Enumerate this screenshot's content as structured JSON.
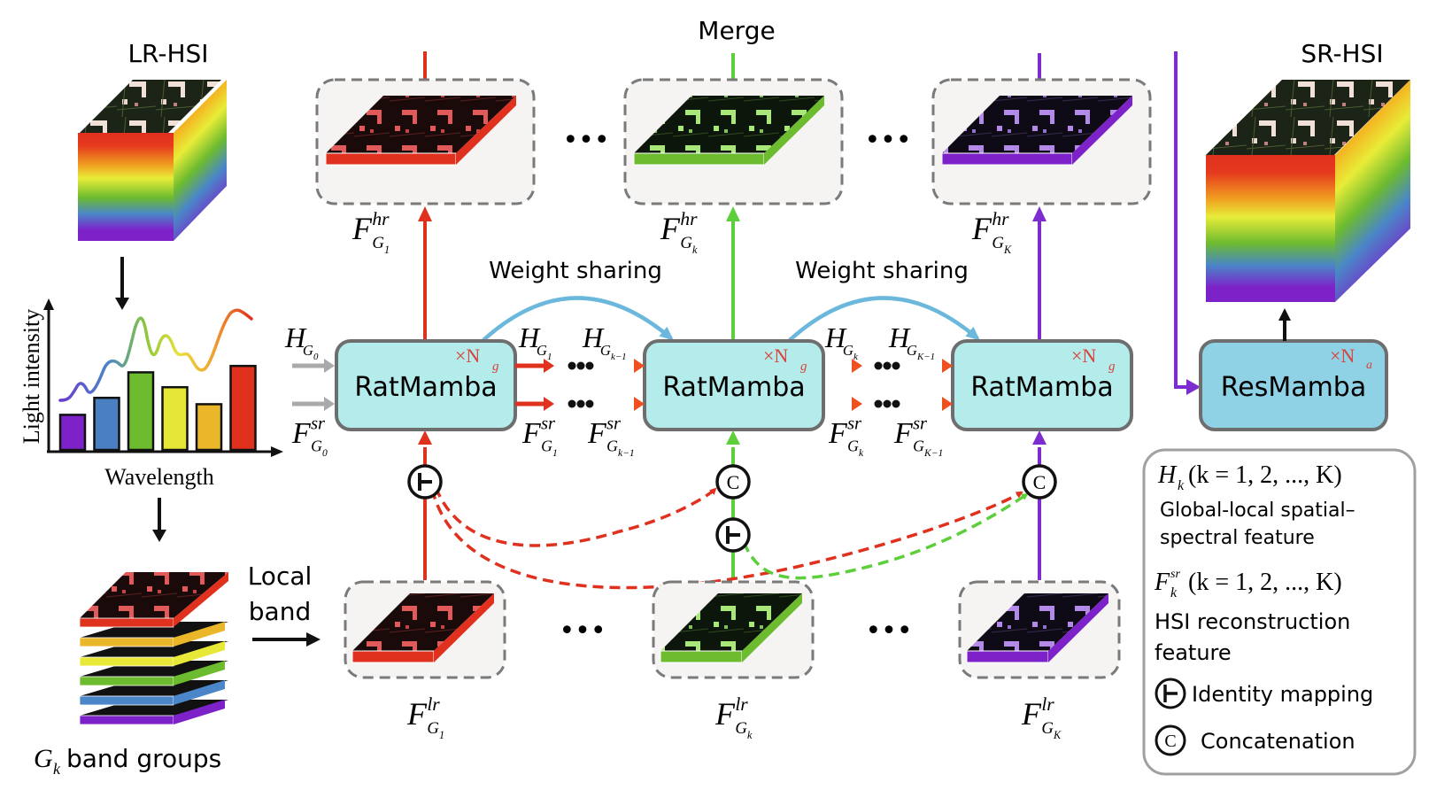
{
  "titles": {
    "lr_hsi": "LR-HSI",
    "sr_hsi": "SR-HSI",
    "merge": "Merge",
    "local_band_line1": "Local",
    "local_band_line2": "band",
    "band_groups_sub": "k",
    "band_groups_main": "G",
    "band_groups_rest": "band groups",
    "weight_sharing_1": "Weight sharing",
    "weight_sharing_2": "Weight sharing",
    "ellipsis": "•••"
  },
  "spectrum_chart": {
    "ylabel": "Light intensity",
    "xlabel": "Wavelength",
    "bars": [
      {
        "color": "#7d22c9",
        "value": 0.33
      },
      {
        "color": "#4a7fc1",
        "value": 0.49
      },
      {
        "color": "#6dbb2f",
        "value": 0.73
      },
      {
        "color": "#e6e637",
        "value": 0.59
      },
      {
        "color": "#eab62a",
        "value": 0.43
      },
      {
        "color": "#e0301e",
        "value": 0.79
      }
    ]
  },
  "blocks": {
    "ratmamba_label": "RatMamba",
    "ratmamba_repeat": "×N",
    "ratmamba_repeat_sub": "g",
    "resmamba_label": "ResMamba",
    "resmamba_repeat": "×N",
    "resmamba_repeat_sub": "a"
  },
  "features": {
    "hr": [
      {
        "base": "F",
        "sup": "hr",
        "sub": "G",
        "subsub": "1",
        "color": "#e0301e"
      },
      {
        "base": "F",
        "sup": "hr",
        "sub": "G",
        "subsub": "k",
        "color": "#5ccf3a"
      },
      {
        "base": "F",
        "sup": "hr",
        "sub": "G",
        "subsub": "K",
        "color": "#7d2cd0"
      }
    ],
    "lr": [
      {
        "base": "F",
        "sup": "lr",
        "sub": "G",
        "subsub": "1",
        "color": "#e0301e"
      },
      {
        "base": "F",
        "sup": "lr",
        "sub": "G",
        "subsub": "k",
        "color": "#5ccf3a"
      },
      {
        "base": "F",
        "sup": "lr",
        "sub": "G",
        "subsub": "K",
        "color": "#7d2cd0"
      }
    ],
    "h_labels": [
      {
        "base": "H",
        "sub": "G",
        "subsub": "0"
      },
      {
        "base": "H",
        "sub": "G",
        "subsub": "1"
      },
      {
        "base": "H",
        "sub": "G",
        "subsub": "k−1"
      },
      {
        "base": "H",
        "sub": "G",
        "subsub": "k"
      },
      {
        "base": "H",
        "sub": "G",
        "subsub": "K−1"
      }
    ],
    "f_labels": [
      {
        "base": "F",
        "sup": "sr",
        "sub": "G",
        "subsub": "0"
      },
      {
        "base": "F",
        "sup": "sr",
        "sub": "G",
        "subsub": "1"
      },
      {
        "base": "F",
        "sup": "sr",
        "sub": "G",
        "subsub": "k−1"
      },
      {
        "base": "F",
        "sup": "sr",
        "sub": "G",
        "subsub": "k"
      },
      {
        "base": "F",
        "sup": "sr",
        "sub": "G",
        "subsub": "K−1"
      }
    ]
  },
  "operators": {
    "identity_symbol": "⊢",
    "concat_symbol": "C"
  },
  "legend": {
    "h_expr_base": "H",
    "h_expr_sub": "k",
    "h_expr_rest": "(k = 1, 2, ..., K)",
    "h_desc_line1": "Global-local spatial–",
    "h_desc_line2": "spectral feature",
    "f_expr_base": "F",
    "f_expr_sup": "sr",
    "f_expr_sub": "k",
    "f_expr_rest": "(k = 1, 2, ..., K)",
    "f_desc_line1": "HSI reconstruction",
    "f_desc_line2": "feature",
    "identity_label": "Identity mapping",
    "concat_label": "Concatenation"
  },
  "colors": {
    "red": "#e0301e",
    "green": "#5ccf3a",
    "purple": "#7d2cd0",
    "ratmamba_fill": "#b4ecec",
    "resmamba_fill": "#8fd2e6",
    "block_stroke": "#6e6e6e",
    "weight_sharing_arrow": "#6bb8dc",
    "dashed_box": "#7a7a7a",
    "grey_input": "#aaaaaa",
    "repeat_text": "#d9413a"
  }
}
